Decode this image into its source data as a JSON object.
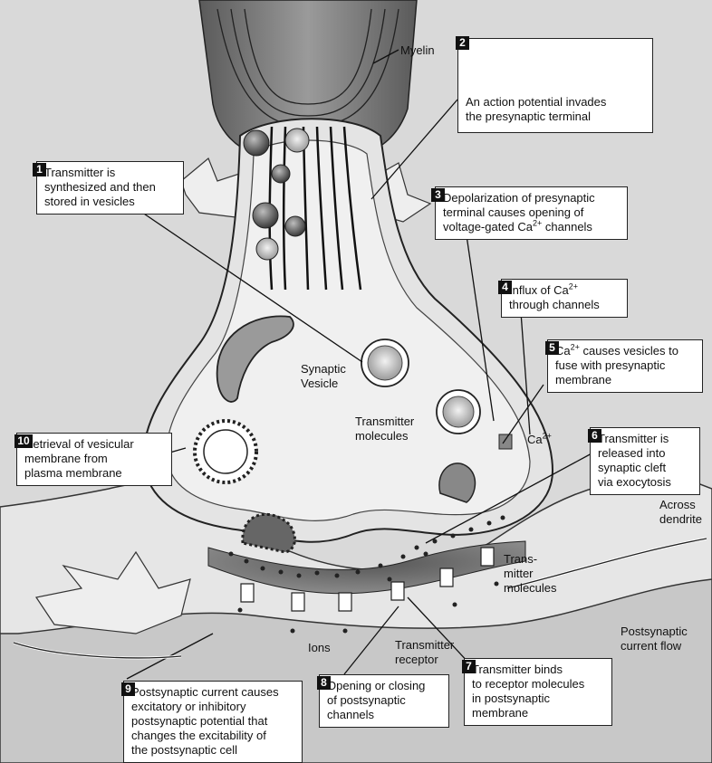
{
  "labels": {
    "myelin": "Myelin",
    "synaptic_vesicle": "Synaptic\nVesicle",
    "transmitter_molecules": "Transmitter\nmolecules",
    "ca_channel": "Ca",
    "ca_sup": "2+",
    "trans_mitter_molecules": "Trans-\nmitter\nmolecules",
    "across_dendrite": "Across\ndendrite",
    "postsynaptic_current_flow": "Postsynaptic\ncurrent flow",
    "ions": "Ions",
    "transmitter_receptor": "Transmitter\nreceptor"
  },
  "steps": [
    {
      "number": "1",
      "lines": [
        "Transmitter is",
        "synthesized and then",
        "stored in vesicles"
      ]
    },
    {
      "number": "2",
      "lines": [
        "An action potential invades",
        "the presynaptic terminal"
      ]
    },
    {
      "number": "3",
      "lines": [
        "Depolarization of presynaptic",
        "terminal causes opening of"
      ],
      "line3_pre": "voltage-gated Ca",
      "line3_sup": "2+",
      "line3_post": " channels"
    },
    {
      "number": "4",
      "line1_pre": "Influx of Ca",
      "line1_sup": "2+",
      "line2": "through channels"
    },
    {
      "number": "5",
      "line1_pre": "Ca",
      "line1_sup": "2+",
      "line1_post": " causes vesicles to",
      "lines": [
        "fuse with presynaptic",
        "membrane"
      ]
    },
    {
      "number": "6",
      "lines": [
        "Transmitter is",
        "released into",
        "synaptic cleft",
        "via exocytosis"
      ]
    },
    {
      "number": "7",
      "lines": [
        "Transmitter binds",
        "to receptor molecules",
        "in postsynaptic",
        "membrane"
      ]
    },
    {
      "number": "8",
      "lines": [
        "Opening or closing",
        "of postsynaptic",
        "channels"
      ]
    },
    {
      "number": "9",
      "lines": [
        "Postsynaptic current causes",
        "excitatory or inhibitory",
        "postsynaptic potential that",
        "changes the excitability of",
        "the postsynaptic cell"
      ]
    },
    {
      "number": "10",
      "lines": [
        "Retrieval of vesicular",
        "membrane from",
        "plasma membrane"
      ]
    }
  ]
}
